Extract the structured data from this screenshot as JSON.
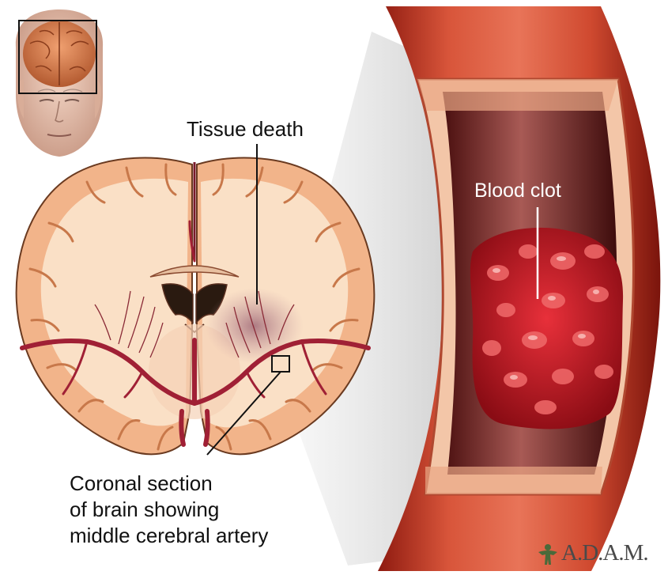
{
  "labels": {
    "tissue_death": "Tissue death",
    "blood_clot": "Blood clot",
    "caption_lines": [
      "Coronal section",
      "of brain showing",
      "middle cerebral artery"
    ]
  },
  "logo": {
    "text": "A.D.A.M.",
    "icon": "adam-figure-icon"
  },
  "icons": {
    "head_thumbnail": "human-head-with-brain-icon",
    "brain": "coronal-brain-section",
    "artery": "artery-cutaway"
  },
  "colors": {
    "cortex": "#f2b48a",
    "white_matter": "#fae0c6",
    "artery_red": "#a02035",
    "vessel_wall": "#c8402a",
    "lumen": "#6e2020",
    "clot": "#c0141c",
    "infarct": "#b08488"
  }
}
